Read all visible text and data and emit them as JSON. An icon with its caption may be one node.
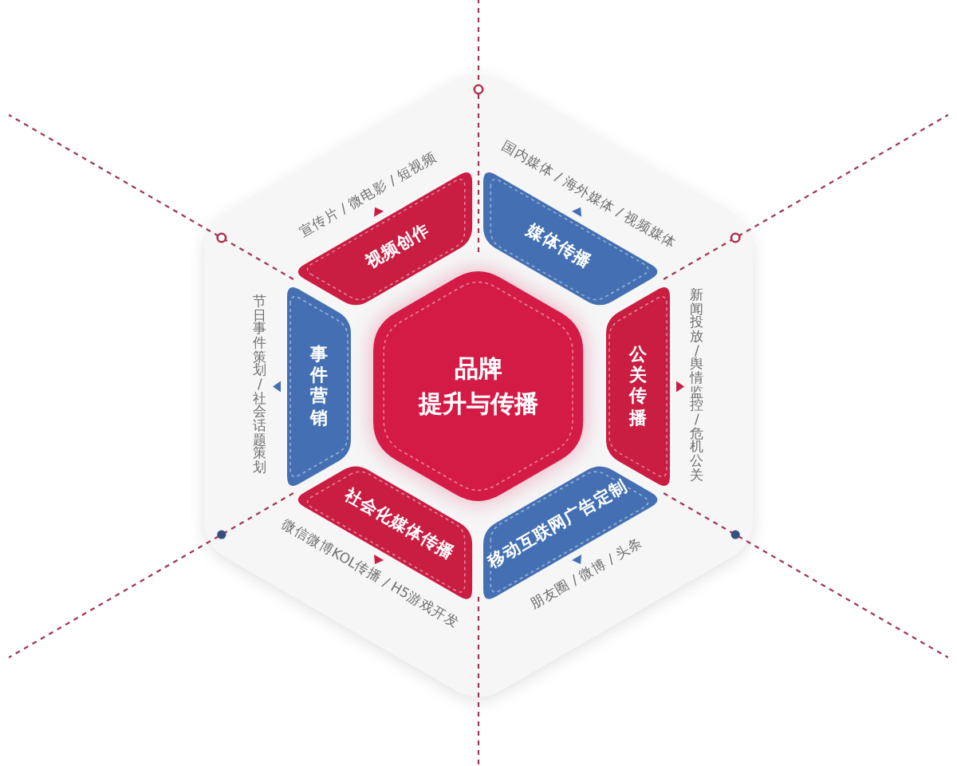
{
  "diagram": {
    "nodes": [
      {
        "text": [
          "品牌",
          "提升与传播"
        ]
      },
      {
        "text": [
          "视频创作"
        ],
        "beside": [
          "宣传片 / 微电影 / 短视频"
        ]
      },
      {
        "text": [
          "媒体传播"
        ],
        "beside": [
          "国内媒体 / 海外媒体 / 视频媒体"
        ]
      },
      {
        "text": [
          "公关传播"
        ],
        "beside": [
          "新闻投放/舆情监控/危机公关"
        ]
      },
      {
        "text": [
          "移动互联网广告定制"
        ],
        "beside": [
          "朋友圈 / 微博 / 头条"
        ]
      },
      {
        "text": [
          "社会化媒体传播"
        ],
        "beside": [
          "微信微博KOL传播 / H5游戏开发"
        ]
      },
      {
        "text": [
          "事件营销"
        ],
        "beside": [
          "节日事件策划/社会话题策划"
        ]
      }
    ]
  }
}
